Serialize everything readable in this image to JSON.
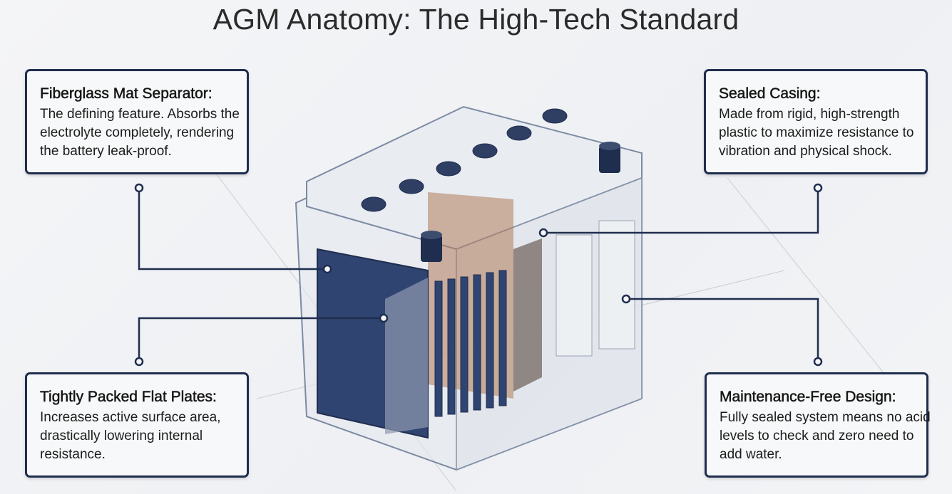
{
  "title": "AGM Anatomy: The High-Tech Standard",
  "callouts": [
    {
      "heading": "Fiberglass Mat Separator:",
      "text": "The defining feature. Absorbs the electrolyte completely, rendering the battery leak-proof."
    },
    {
      "heading": "Sealed Casing:",
      "text": "Made from rigid, high-strength plastic to maximize resistance to vibration and physical shock."
    },
    {
      "heading": "Tightly Packed Flat Plates:",
      "text": "Increases active surface area, drastically lowering internal resistance."
    },
    {
      "heading": "Maintenance-Free Design:",
      "text": "Fully sealed system means no acid levels to check and zero need to add water."
    }
  ],
  "colors": {
    "navy": "#1f2d4e",
    "copper": "#b07a5a",
    "plate": "#2f4470"
  }
}
